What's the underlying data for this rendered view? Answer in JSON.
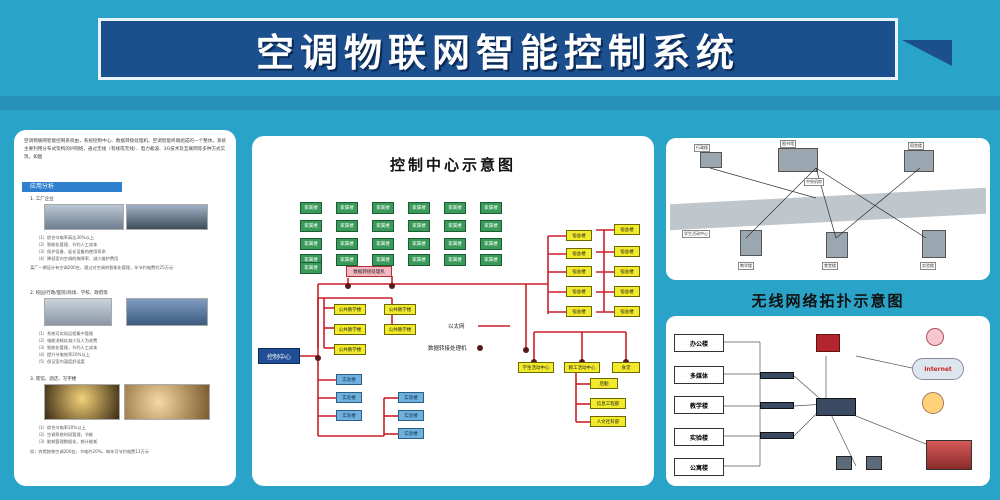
{
  "banner": {
    "title": "空调物联网智能控制系统"
  },
  "left_panel": {
    "intro": "空调物联网智能控制系统由，系统控制中心、数据转接处理机、空调智能终端组成的一个整体。系统主要利用分布式架构的IP网络，通过无线（有线或无线）、电力载波、3G技术及互联网等多种方式实现，如图",
    "section_title": "应用分析",
    "case1": "1. 工厂企业",
    "case1_list": [
      "（1）综合节电率高达30%以上",
      "（2）智能化管理、节约人工成本",
      "（3）保护设备、延长设备的使用寿命",
      "（4）降低室内空调的故障率、减少维护费用"
    ],
    "case1_note": "某厂一期设计有空调200台，通过对空调的智能化管理，年节约电费约25万元",
    "case2": "2. 校园/行政/医院/商场、学校、政府等",
    "case2_list": [
      "（1）系统可实现远程集中管理",
      "（2）电能消耗化减少及人为浪费",
      "（3）智能化管理，节约人工成本",
      "（4）提升节电效率20%以上",
      "（5）保证室内温度舒适度"
    ],
    "case3": "3. 宾馆、酒店、写字楼",
    "case3_list": [
      "（1）综合节电率20%以上",
      "（2）空调系统时段管理，节能",
      "（3）能耗管理数据化，统计能耗"
    ],
    "case3_note": "如：宾馆按装空调200台，节电约20%，每年可节约电费13万元"
  },
  "center_diagram": {
    "title": "控制中心示意图",
    "dorm_label": "家属楼",
    "dorm2_label": "宿舍楼",
    "public_label": "公共教学楼",
    "lab_label": "实验楼",
    "control_center": "控制中心",
    "data_processor_top": "数据转接处理机",
    "legend_ethernet": "以太网",
    "legend_processor": "数据转接处理机",
    "activity_center": "学生活动中心",
    "staff_center": "教工活动中心",
    "canteen": "食堂",
    "office_items": [
      "后勤",
      "信息工程部",
      "人文社科部"
    ]
  },
  "campus_map": {
    "labels": [
      "行政楼",
      "图书馆",
      "宿舍楼",
      "教学楼",
      "食堂楼",
      "实验楼",
      "学生活动中心",
      "中央机房"
    ]
  },
  "network": {
    "title": "无线网络拓扑示意图",
    "buildings": [
      "办公楼",
      "多媒体",
      "教学楼",
      "实验楼",
      "公寓楼"
    ],
    "internet_label": "Internet"
  },
  "colors": {
    "bg": "#2aa3c8",
    "banner": "#1c4f8e",
    "green_box": "#3a9a5a",
    "yellow_box": "#f2ea2a",
    "blue_box": "#6fb0dc",
    "wire": "#cc1f2a"
  }
}
